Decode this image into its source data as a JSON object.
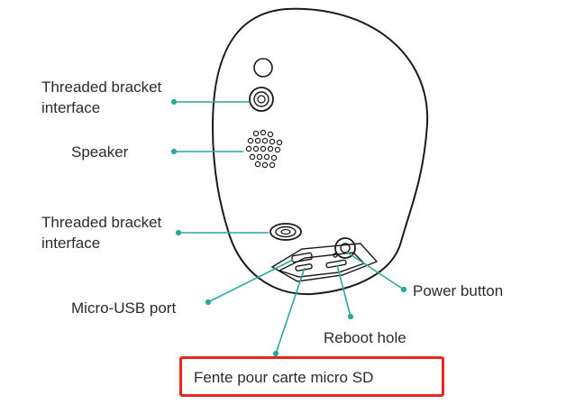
{
  "labels": {
    "bracket_top": [
      "Threaded bracket",
      "interface"
    ],
    "speaker": "Speaker",
    "bracket_bottom": [
      "Threaded bracket",
      "interface"
    ],
    "micro_usb": "Micro-USB port",
    "power_button": "Power button",
    "reboot_hole": "Reboot hole",
    "sd_slot": "Fente pour carte micro SD"
  },
  "colors": {
    "callout_line": "#2aa89a",
    "outline": "#1a1a1a",
    "highlight": "#e8271f",
    "text": "#2b2b2b"
  }
}
